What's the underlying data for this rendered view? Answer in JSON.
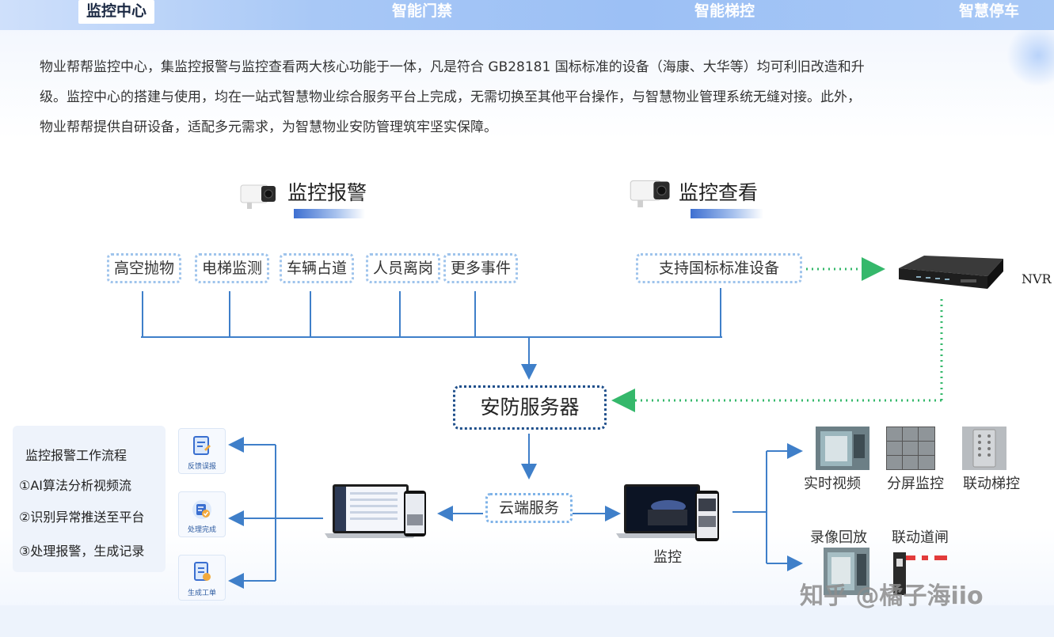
{
  "nav": {
    "tabs": [
      "监控中心",
      "智能门禁",
      "智能梯控",
      "智慧停车"
    ]
  },
  "intro": {
    "line1": "物业帮帮监控中心，集监控报警与监控查看两大核心功能于一体，凡是符合 GB28181 国标标准的设备（海康、大华等）均可利旧改造和升",
    "line2": "级。监控中心的搭建与使用，均在一站式智慧物业综合服务平台上完成，无需切换至其他平台操作，与智慧物业管理系统无缝对接。此外，",
    "line3": "物业帮帮提供自研设备，适配多元需求，为智慧物业安防管理筑牢坚实保障。"
  },
  "diagram": {
    "alarm_title": "监控报警",
    "view_title": "监控查看",
    "events": [
      "高空抛物",
      "电梯监测",
      "车辆占道",
      "人员离岗",
      "更多事件"
    ],
    "standard_device": "支持国标标准设备",
    "nvr_label": "NVR",
    "server": "安防服务器",
    "cloud": "云端服务",
    "monitor_label": "监控",
    "workflow": {
      "title": "监控报警工作流程",
      "steps": [
        "①AI算法分析视频流",
        "②识别异常推送至平台",
        "③处理报警，生成记录"
      ]
    },
    "tiles": [
      "反馈误报",
      "处理完成",
      "生成工单"
    ],
    "features": [
      "实时视频",
      "分屏监控",
      "联动梯控",
      "录像回放",
      "联动道闸"
    ]
  },
  "watermark": "知乎 @橘子海iio",
  "colors": {
    "nav_bg": "#9cc0f5",
    "line_blue": "#3f7fc9",
    "dotted_green": "#35b86b",
    "server_border": "#1f4f8b"
  }
}
